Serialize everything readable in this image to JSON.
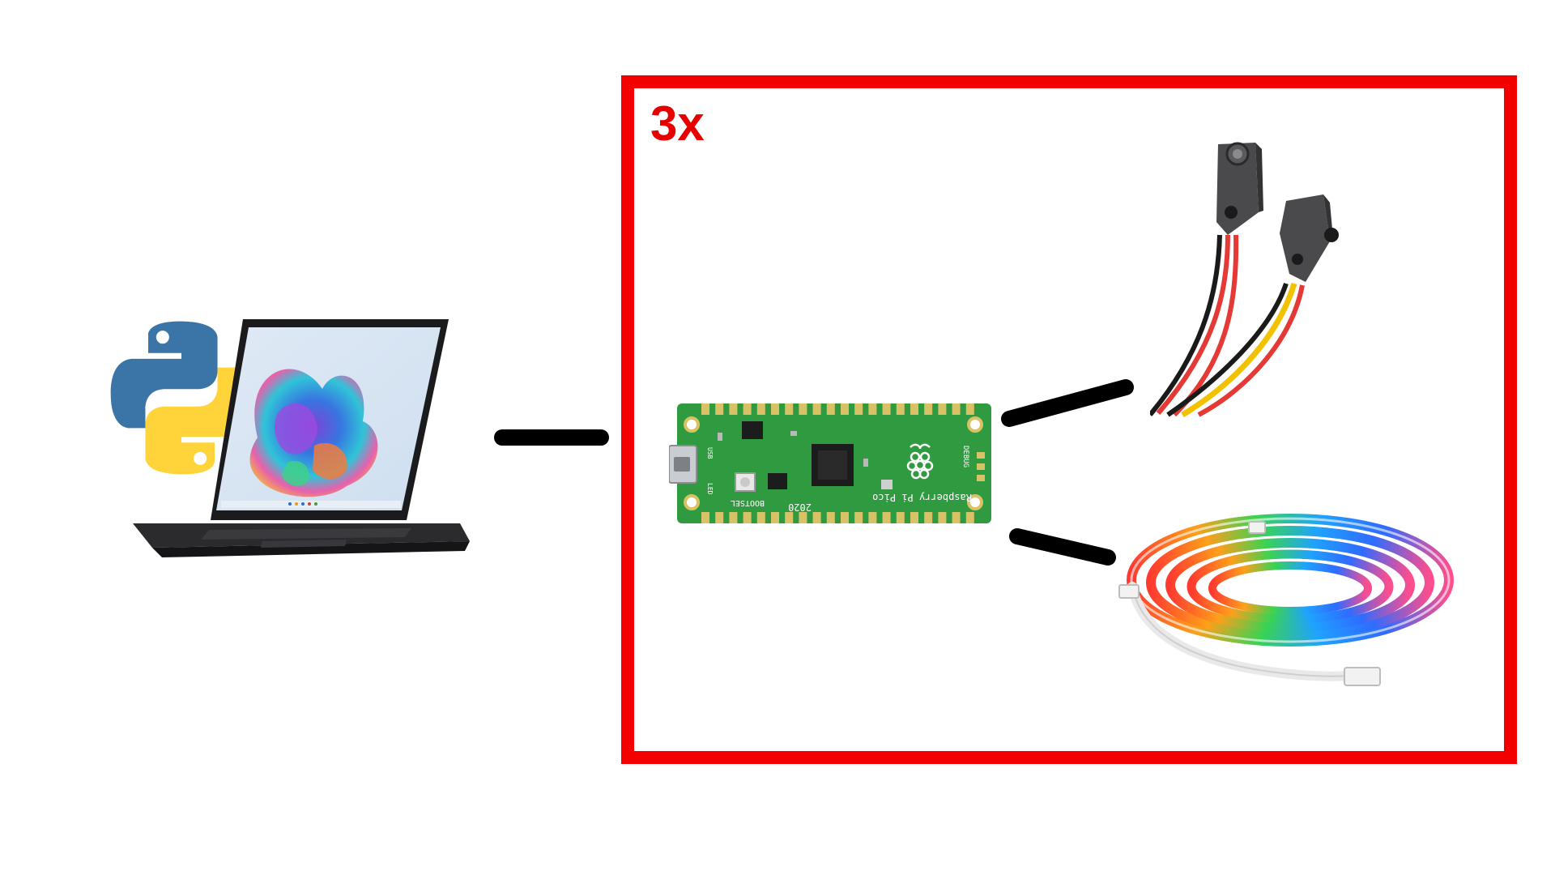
{
  "box": {
    "multiplier": "3x",
    "color": "#f20000"
  },
  "pico": {
    "silk_name": "Raspberry Pi Pico",
    "silk_year": "2020",
    "silk_bootsel": "BOOTSEL",
    "silk_debug": "DEBUG",
    "silk_usb": "USB",
    "silk_led": "LED",
    "board_color": "#2f9a3f"
  },
  "icons": {
    "python": "python-logo-icon",
    "laptop": "laptop-icon",
    "sensor": "ir-sensor-icon",
    "led_strip": "led-strip-icon"
  },
  "colors": {
    "python_blue": "#3b75a8",
    "python_yellow": "#ffd43b",
    "wire_red": "#e53935",
    "wire_yellow": "#f2c200",
    "wire_black": "#111111"
  }
}
